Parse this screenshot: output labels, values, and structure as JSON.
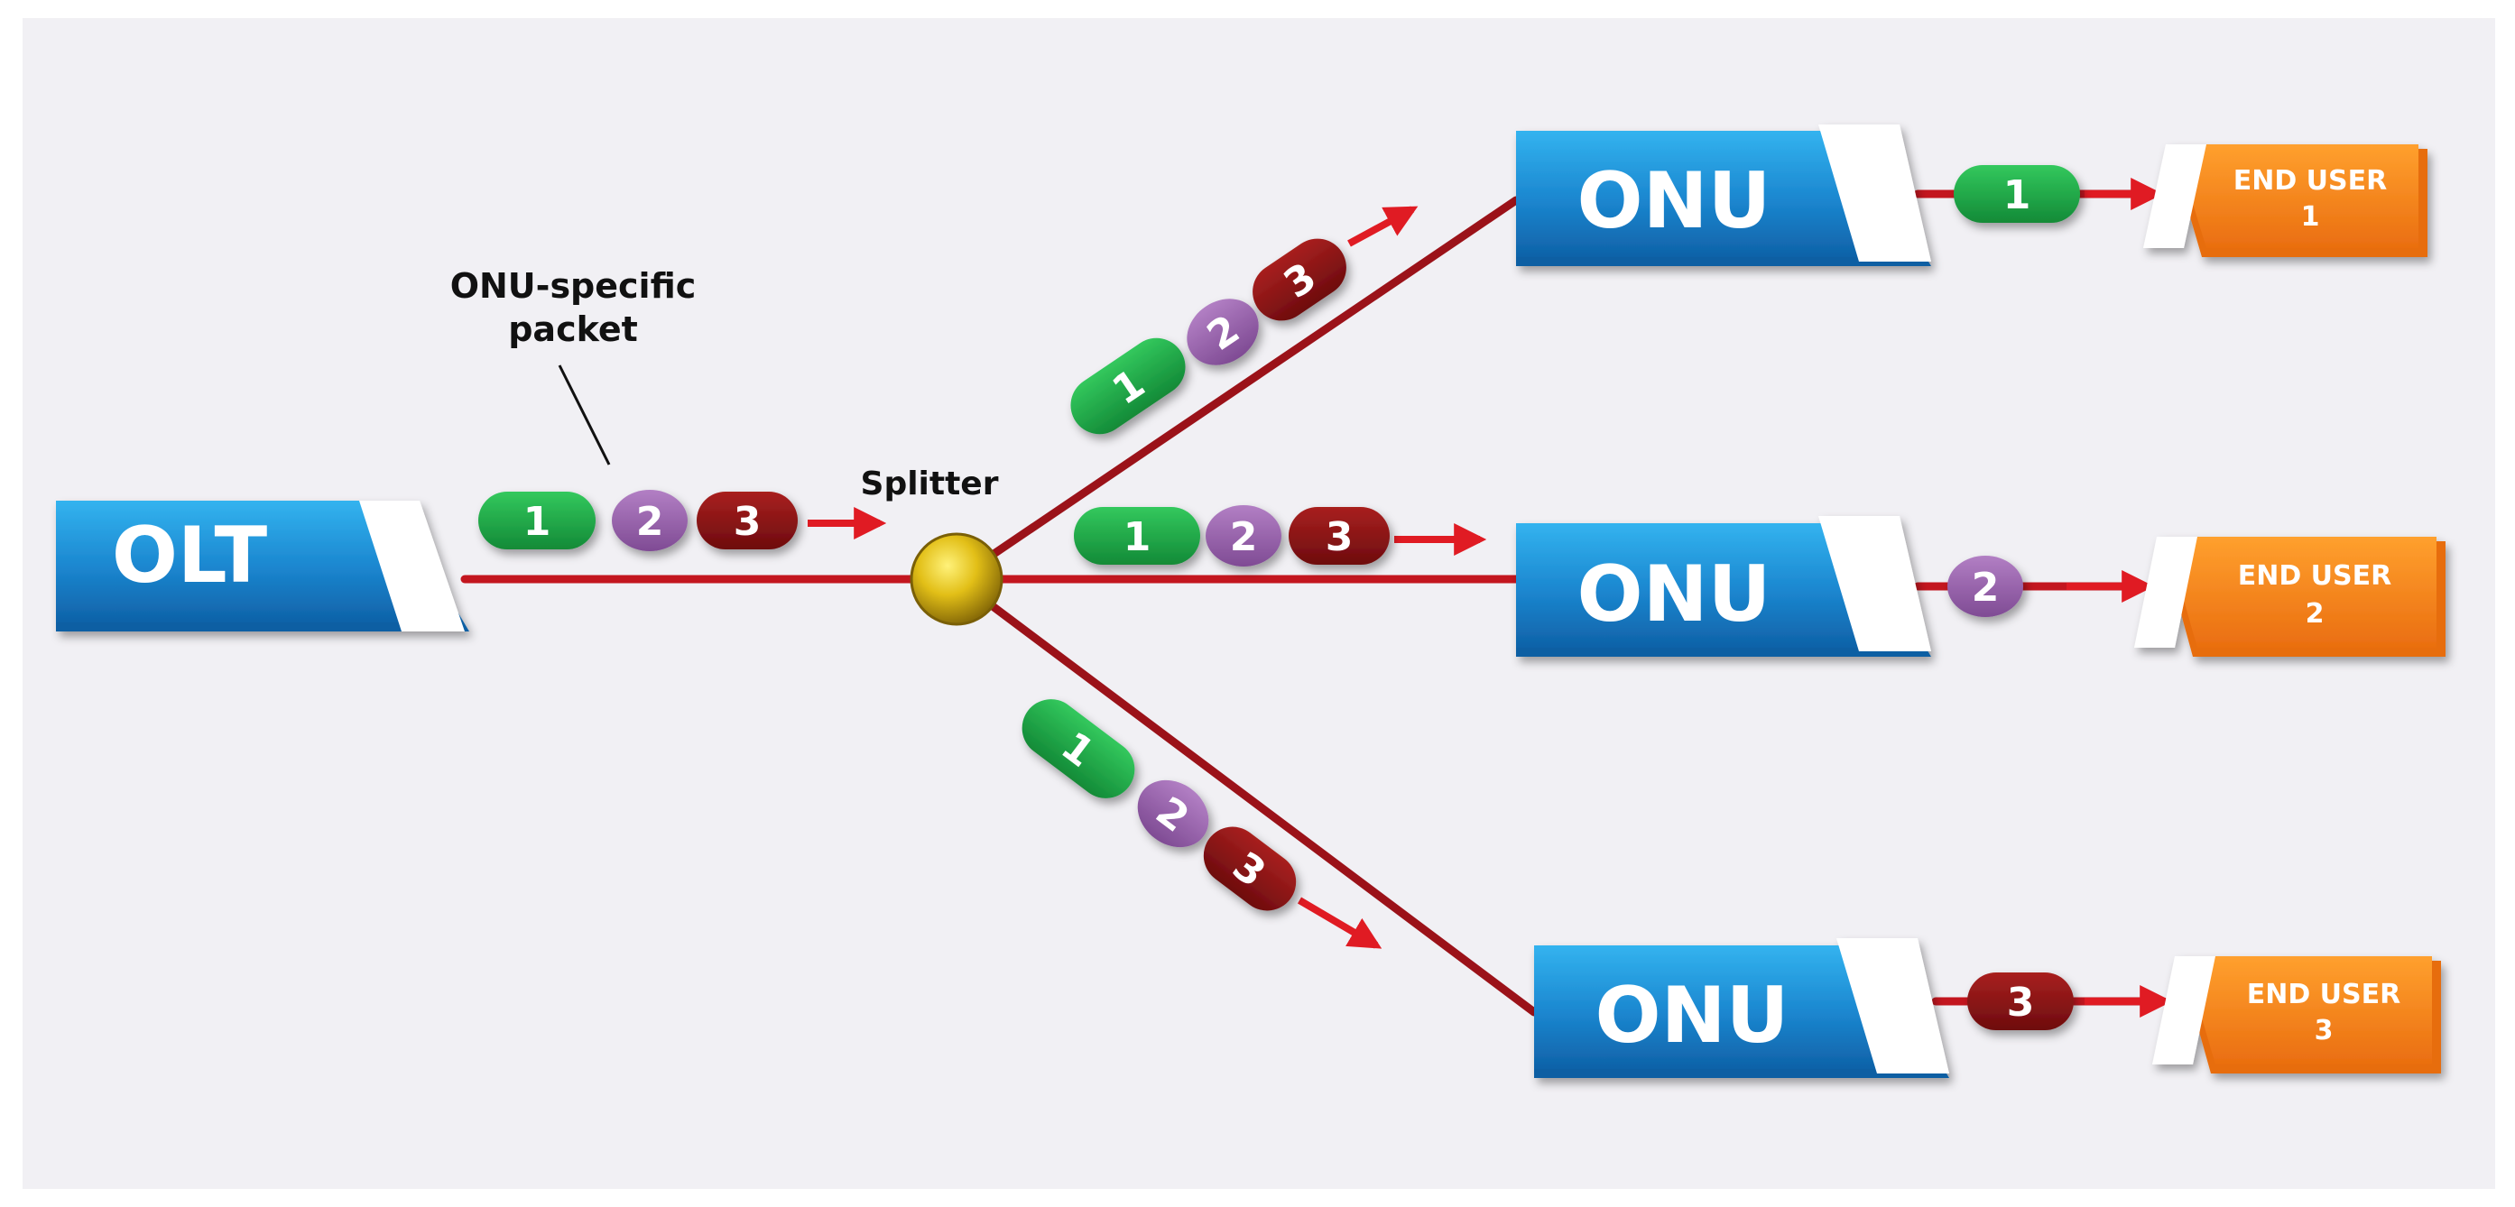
{
  "nodes": {
    "olt": {
      "label": "OLT"
    },
    "onu_1": {
      "label": "ONU"
    },
    "onu_2": {
      "label": "ONU"
    },
    "onu_3": {
      "label": "ONU"
    }
  },
  "splitter": {
    "label": "Splitter"
  },
  "annotation": {
    "line1": "ONU-specific",
    "line2": "packet"
  },
  "packets": {
    "p1": {
      "label": "1"
    },
    "p2": {
      "label": "2"
    },
    "p3": {
      "label": "3"
    }
  },
  "end_users": {
    "u1": {
      "line1": "END USER",
      "line2": "1"
    },
    "u2": {
      "line1": "END USER",
      "line2": "2"
    },
    "u3": {
      "line1": "END USER",
      "line2": "3"
    }
  },
  "colors": {
    "background": "#f1f0f4",
    "link": "#d11a2a",
    "link_dark": "#8a0f18",
    "packet_1": "#1fae4a",
    "packet_2": "#9a63ad",
    "packet_3": "#8e1518",
    "box_blue": "#1b86cf",
    "box_blue_light": "#2aa6e6",
    "end_user_orange": "#f28a1a",
    "splitter_yellow": "#d9b81a"
  }
}
